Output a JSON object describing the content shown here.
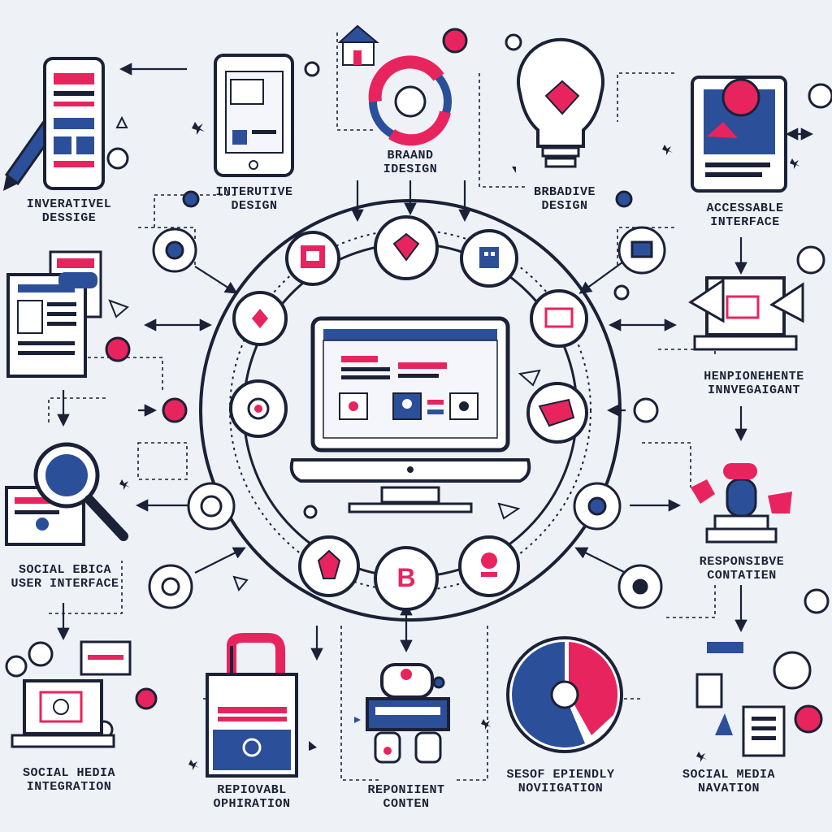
{
  "colors": {
    "ink": "#1b2136",
    "accent": "#e8245e",
    "blue": "#2c4f9a",
    "paper": "#eef1f6",
    "light": "#ffffff"
  },
  "labels": {
    "innovative_design": [
      "INVERATIVEL",
      "DESSIGE"
    ],
    "interactive_design": [
      "INTERUTIVE",
      "DESIGN"
    ],
    "brand_design": [
      "BRAAND",
      "IDESIGN"
    ],
    "creative_design": [
      "BRBADIVE",
      "DESIGN"
    ],
    "accessible_interface": [
      "ACCESSABLE",
      "INTERFACE"
    ],
    "responsive_navigation": [
      "HENPIONEHENTE",
      "INNVEGAIGANT"
    ],
    "social_user_interface": [
      "SOCIAL EBICA",
      "USER INTERFACE"
    ],
    "responsive_content": [
      "RESPONSIBVE",
      "CONTATIEN"
    ],
    "social_media_integration": [
      "SOCIAL HEDIA",
      "INTEGRATION"
    ],
    "removal_operation": [
      "REPIOVABL",
      "OPHIRATION"
    ],
    "repoment_content": [
      "REPONIIENT",
      "CONTEN"
    ],
    "seo_navigation": [
      "SESOF EPIENDLY",
      "NOVIIGATION"
    ],
    "social_media_navation": [
      "SOCIAL MEDIA",
      "NAVATION"
    ]
  },
  "icons": [
    "pencil-icon",
    "phone-layout-icon",
    "tablet-icon",
    "house-icon",
    "refresh-cycle-icon",
    "lightbulb-icon",
    "tablet-chat-icon",
    "documents-icon",
    "laptop-icon",
    "magnifier-icon",
    "podium-icon",
    "bag-icon",
    "robot-icon",
    "pie-chart-icon",
    "laptop-small-icon",
    "monitor-icon"
  ]
}
